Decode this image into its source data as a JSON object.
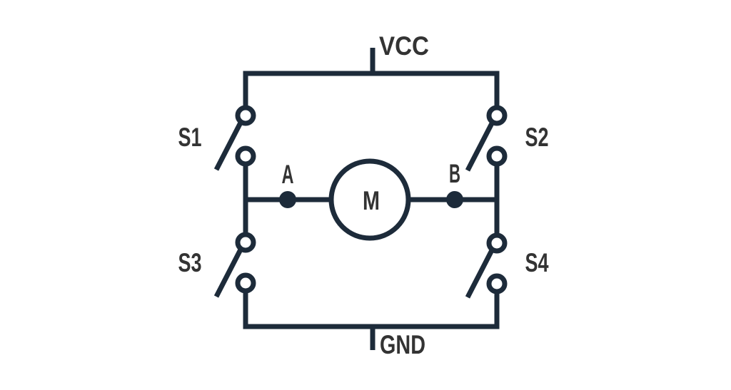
{
  "diagram": {
    "type": "circuit-schematic",
    "labels": {
      "vcc": "VCC",
      "gnd": "GND",
      "s1": "S1",
      "s2": "S2",
      "s3": "S3",
      "s4": "S4",
      "node_a": "A",
      "node_b": "B",
      "motor": "M"
    },
    "components": {
      "switches": [
        "S1",
        "S2",
        "S3",
        "S4"
      ],
      "motor": "M",
      "nodes": [
        "A",
        "B"
      ],
      "power_rails": [
        "VCC",
        "GND"
      ]
    },
    "colors": {
      "wire": "#1d2b3a",
      "label": "#333333",
      "background": "#ffffff"
    }
  }
}
